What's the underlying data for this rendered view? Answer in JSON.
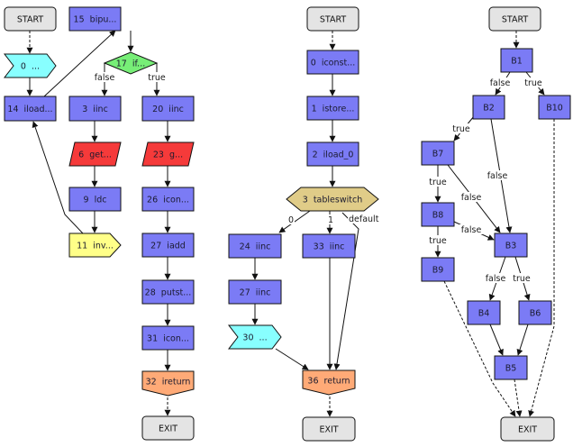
{
  "colors": {
    "block": "#7b7bf5",
    "terminal": "#e4e4e4",
    "invoke": "#ffff88",
    "field": "#f53a3a",
    "condition": "#77ee77",
    "switch": "#e0cc88",
    "return": "#ffaa77",
    "jump": "#88ffff",
    "edge": "#111111"
  },
  "graphs": [
    {
      "name": "bytecode-cfg-1",
      "nodes": [
        {
          "id": "g1-start",
          "label": "START",
          "kind": "terminal"
        },
        {
          "id": "g1-n0",
          "label": "0  ...",
          "kind": "jump"
        },
        {
          "id": "g1-n14",
          "label": "14  iload...",
          "kind": "block"
        },
        {
          "id": "g1-n15",
          "label": "15  bipu...",
          "kind": "block"
        },
        {
          "id": "g1-n17",
          "label": "17  if...",
          "kind": "condition"
        },
        {
          "id": "g1-n3",
          "label": "3  iinc",
          "kind": "block"
        },
        {
          "id": "g1-n20",
          "label": "20  iinc",
          "kind": "block"
        },
        {
          "id": "g1-n6",
          "label": "6  get...",
          "kind": "field"
        },
        {
          "id": "g1-n23",
          "label": "23  g...",
          "kind": "field"
        },
        {
          "id": "g1-n9",
          "label": "9  ldc",
          "kind": "block"
        },
        {
          "id": "g1-n26",
          "label": "26  icon...",
          "kind": "block"
        },
        {
          "id": "g1-n11",
          "label": "11  inv...",
          "kind": "invoke"
        },
        {
          "id": "g1-n27",
          "label": "27  iadd",
          "kind": "block"
        },
        {
          "id": "g1-n28",
          "label": "28  putst...",
          "kind": "block"
        },
        {
          "id": "g1-n31",
          "label": "31  icon...",
          "kind": "block"
        },
        {
          "id": "g1-n32",
          "label": "32  ireturn",
          "kind": "return"
        },
        {
          "id": "g1-exit",
          "label": "EXIT",
          "kind": "terminal"
        }
      ],
      "edges": [
        {
          "from": "g1-start",
          "to": "g1-n0",
          "style": "dashed",
          "label": ""
        },
        {
          "from": "g1-n0",
          "to": "g1-n14",
          "style": "solid",
          "label": ""
        },
        {
          "from": "g1-n14",
          "to": "g1-n15",
          "style": "solid",
          "label": ""
        },
        {
          "from": "g1-n15",
          "to": "g1-n17",
          "style": "solid",
          "label": ""
        },
        {
          "from": "g1-n17",
          "to": "g1-n3",
          "style": "solid",
          "label": "false"
        },
        {
          "from": "g1-n17",
          "to": "g1-n20",
          "style": "solid",
          "label": "true"
        },
        {
          "from": "g1-n3",
          "to": "g1-n6",
          "style": "solid",
          "label": ""
        },
        {
          "from": "g1-n6",
          "to": "g1-n9",
          "style": "solid",
          "label": ""
        },
        {
          "from": "g1-n9",
          "to": "g1-n11",
          "style": "solid",
          "label": ""
        },
        {
          "from": "g1-n11",
          "to": "g1-n14",
          "style": "solid",
          "label": ""
        },
        {
          "from": "g1-n20",
          "to": "g1-n23",
          "style": "solid",
          "label": ""
        },
        {
          "from": "g1-n23",
          "to": "g1-n26",
          "style": "solid",
          "label": ""
        },
        {
          "from": "g1-n26",
          "to": "g1-n27",
          "style": "solid",
          "label": ""
        },
        {
          "from": "g1-n27",
          "to": "g1-n28",
          "style": "solid",
          "label": ""
        },
        {
          "from": "g1-n28",
          "to": "g1-n31",
          "style": "solid",
          "label": ""
        },
        {
          "from": "g1-n31",
          "to": "g1-n32",
          "style": "solid",
          "label": ""
        },
        {
          "from": "g1-n32",
          "to": "g1-exit",
          "style": "dashed",
          "label": ""
        }
      ]
    },
    {
      "name": "bytecode-cfg-2",
      "nodes": [
        {
          "id": "g2-start",
          "label": "START",
          "kind": "terminal"
        },
        {
          "id": "g2-n0",
          "label": "0  iconst...",
          "kind": "block"
        },
        {
          "id": "g2-n1",
          "label": "1  istore...",
          "kind": "block"
        },
        {
          "id": "g2-n2",
          "label": "2  iload_0",
          "kind": "block"
        },
        {
          "id": "g2-n3",
          "label": "3  tableswitch",
          "kind": "switch"
        },
        {
          "id": "g2-n24",
          "label": "24  iinc",
          "kind": "block"
        },
        {
          "id": "g2-n33",
          "label": "33  iinc",
          "kind": "block"
        },
        {
          "id": "g2-n27",
          "label": "27  iinc",
          "kind": "block"
        },
        {
          "id": "g2-n30",
          "label": "30  ...",
          "kind": "jump"
        },
        {
          "id": "g2-n36",
          "label": "36  return",
          "kind": "return"
        },
        {
          "id": "g2-exit",
          "label": "EXIT",
          "kind": "terminal"
        }
      ],
      "edges": [
        {
          "from": "g2-start",
          "to": "g2-n0",
          "style": "dashed",
          "label": ""
        },
        {
          "from": "g2-n0",
          "to": "g2-n1",
          "style": "solid",
          "label": ""
        },
        {
          "from": "g2-n1",
          "to": "g2-n2",
          "style": "solid",
          "label": ""
        },
        {
          "from": "g2-n2",
          "to": "g2-n3",
          "style": "solid",
          "label": ""
        },
        {
          "from": "g2-n3",
          "to": "g2-n24",
          "style": "solid",
          "label": "0"
        },
        {
          "from": "g2-n3",
          "to": "g2-n33",
          "style": "solid",
          "label": "1"
        },
        {
          "from": "g2-n3",
          "to": "g2-n36",
          "style": "solid",
          "label": "default"
        },
        {
          "from": "g2-n24",
          "to": "g2-n27",
          "style": "solid",
          "label": ""
        },
        {
          "from": "g2-n27",
          "to": "g2-n30",
          "style": "solid",
          "label": ""
        },
        {
          "from": "g2-n30",
          "to": "g2-n36",
          "style": "solid",
          "label": ""
        },
        {
          "from": "g2-n33",
          "to": "g2-n36",
          "style": "solid",
          "label": ""
        },
        {
          "from": "g2-n36",
          "to": "g2-exit",
          "style": "dashed",
          "label": ""
        }
      ]
    },
    {
      "name": "basic-block-cfg",
      "nodes": [
        {
          "id": "g3-start",
          "label": "START",
          "kind": "terminal"
        },
        {
          "id": "g3-b1",
          "label": "B1",
          "kind": "block"
        },
        {
          "id": "g3-b2",
          "label": "B2",
          "kind": "block"
        },
        {
          "id": "g3-b10",
          "label": "B10",
          "kind": "block"
        },
        {
          "id": "g3-b7",
          "label": "B7",
          "kind": "block"
        },
        {
          "id": "g3-b8",
          "label": "B8",
          "kind": "block"
        },
        {
          "id": "g3-b3",
          "label": "B3",
          "kind": "block"
        },
        {
          "id": "g3-b9",
          "label": "B9",
          "kind": "block"
        },
        {
          "id": "g3-b4",
          "label": "B4",
          "kind": "block"
        },
        {
          "id": "g3-b6",
          "label": "B6",
          "kind": "block"
        },
        {
          "id": "g3-b5",
          "label": "B5",
          "kind": "block"
        },
        {
          "id": "g3-exit",
          "label": "EXIT",
          "kind": "terminal"
        }
      ],
      "edges": [
        {
          "from": "g3-start",
          "to": "g3-b1",
          "style": "dashed",
          "label": ""
        },
        {
          "from": "g3-b1",
          "to": "g3-b2",
          "style": "solid",
          "label": "false"
        },
        {
          "from": "g3-b1",
          "to": "g3-b10",
          "style": "solid",
          "label": "true"
        },
        {
          "from": "g3-b2",
          "to": "g3-b7",
          "style": "solid",
          "label": "true"
        },
        {
          "from": "g3-b2",
          "to": "g3-b3",
          "style": "solid",
          "label": "false"
        },
        {
          "from": "g3-b7",
          "to": "g3-b8",
          "style": "solid",
          "label": "true"
        },
        {
          "from": "g3-b7",
          "to": "g3-b3",
          "style": "solid",
          "label": "false"
        },
        {
          "from": "g3-b8",
          "to": "g3-b9",
          "style": "solid",
          "label": "true"
        },
        {
          "from": "g3-b8",
          "to": "g3-b3",
          "style": "solid",
          "label": "false"
        },
        {
          "from": "g3-b3",
          "to": "g3-b4",
          "style": "solid",
          "label": "false"
        },
        {
          "from": "g3-b3",
          "to": "g3-b6",
          "style": "solid",
          "label": "true"
        },
        {
          "from": "g3-b4",
          "to": "g3-b5",
          "style": "solid",
          "label": ""
        },
        {
          "from": "g3-b6",
          "to": "g3-b5",
          "style": "solid",
          "label": ""
        },
        {
          "from": "g3-b5",
          "to": "g3-exit",
          "style": "dashed",
          "label": ""
        },
        {
          "from": "g3-b9",
          "to": "g3-exit",
          "style": "dashed",
          "label": ""
        },
        {
          "from": "g3-b10",
          "to": "g3-exit",
          "style": "dashed",
          "label": ""
        }
      ]
    }
  ]
}
